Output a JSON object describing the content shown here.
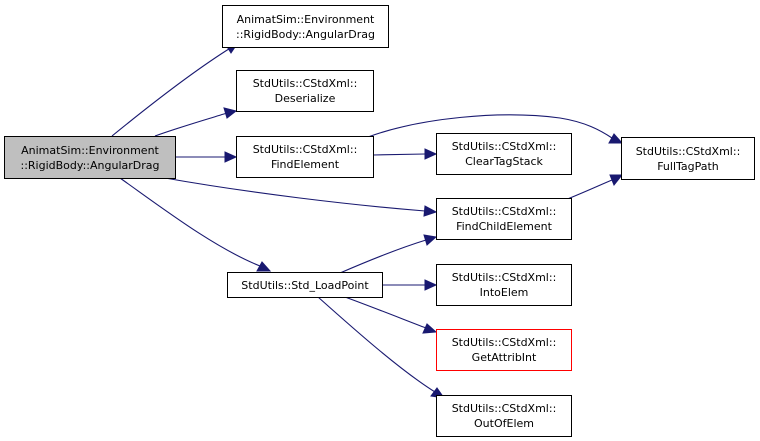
{
  "nodes": {
    "root": {
      "line1": "AnimatSim::Environment",
      "line2": "::RigidBody::AngularDrag"
    },
    "angular_drag": {
      "line1": "AnimatSim::Environment",
      "line2": "::RigidBody::AngularDrag"
    },
    "deserialize": {
      "line1": "StdUtils::CStdXml::",
      "line2": "Deserialize"
    },
    "find_element": {
      "line1": "StdUtils::CStdXml::",
      "line2": "FindElement"
    },
    "clear_tag_stack": {
      "line1": "StdUtils::CStdXml::",
      "line2": "ClearTagStack"
    },
    "full_tag_path": {
      "line1": "StdUtils::CStdXml::",
      "line2": "FullTagPath"
    },
    "find_child_element": {
      "line1": "StdUtils::CStdXml::",
      "line2": "FindChildElement"
    },
    "std_load_point": {
      "line1": "StdUtils::Std_LoadPoint"
    },
    "into_elem": {
      "line1": "StdUtils::CStdXml::",
      "line2": "IntoElem"
    },
    "get_attrib_int": {
      "line1": "StdUtils::CStdXml::",
      "line2": "GetAttribInt"
    },
    "out_of_elem": {
      "line1": "StdUtils::CStdXml::",
      "line2": "OutOfElem"
    }
  },
  "colors": {
    "edge": "#191970",
    "root_fill": "#bfbfbf",
    "node_border": "#000000",
    "truncated_border": "#ff0000",
    "background": "#ffffff"
  }
}
